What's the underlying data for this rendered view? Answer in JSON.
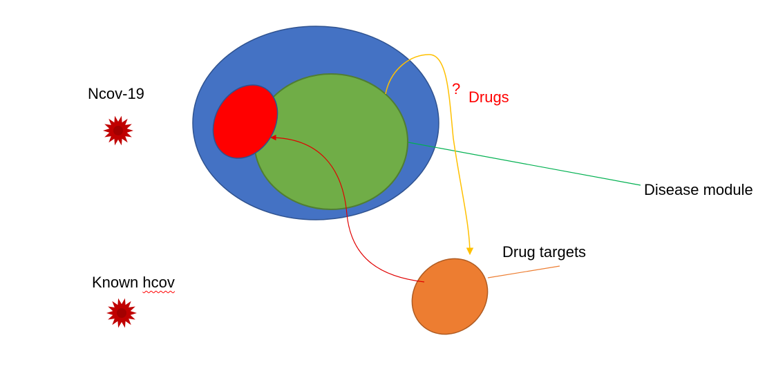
{
  "labels": {
    "ncov": "Ncov-19",
    "known_hcov_word1": "Known",
    "known_hcov_word2": "hcov",
    "question_mark": "?",
    "drugs": "Drugs",
    "disease_module": "Disease module",
    "drug_targets": "Drug targets"
  },
  "colors": {
    "outer_circle": "#4472C4",
    "outer_circle_stroke": "#2F528F",
    "disease_module": "#70AD47",
    "disease_module_stroke": "#507E32",
    "red_region": "#FF0000",
    "drug_targets": "#ED7D31",
    "drug_targets_stroke": "#AE5A21",
    "virus": "#C00000",
    "drugs_arrow": "#FFC000",
    "red_arrow": "#E00000",
    "disease_pointer": "#00B050",
    "targets_pointer": "#ED7D31",
    "spellcheck_squiggle": "#FF0000",
    "label_text": "#000000",
    "drugs_text": "#FF0000"
  },
  "icons": [
    "virus-icon",
    "virus-icon"
  ]
}
